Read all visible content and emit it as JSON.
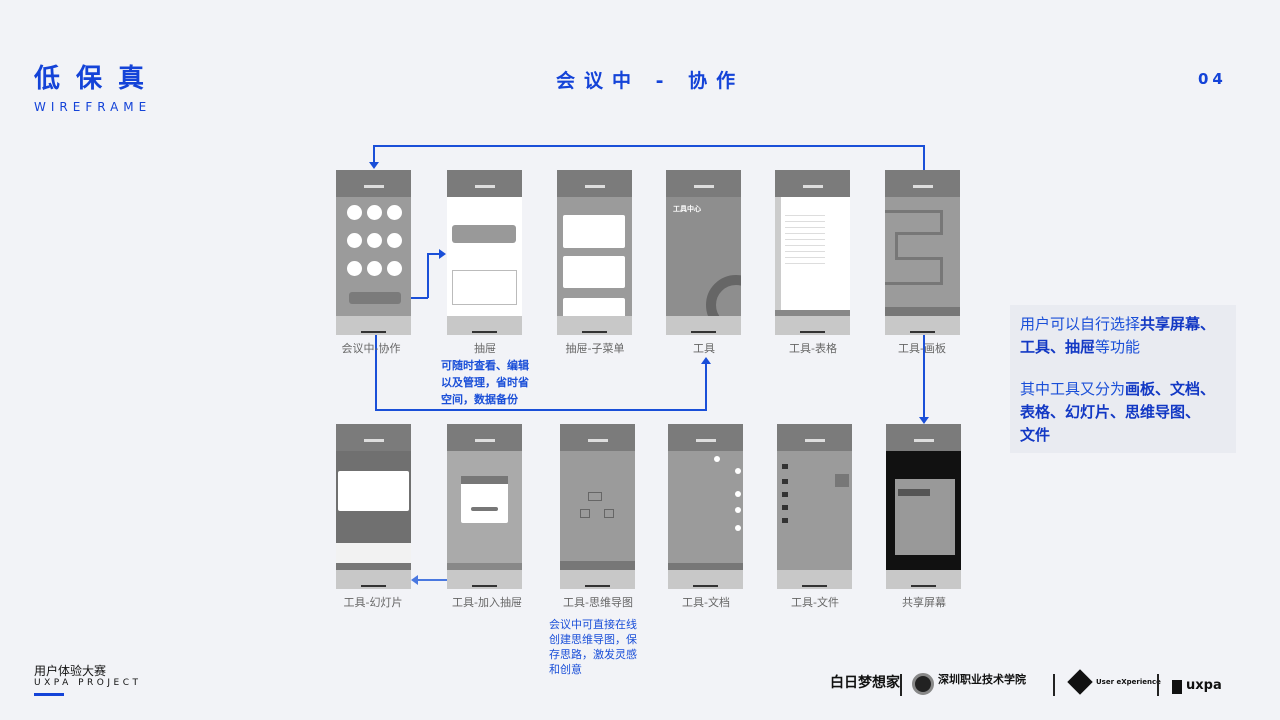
{
  "header": {
    "title": "低保真",
    "subtitle": "WIREFRAME",
    "section": "会议中 - 协作",
    "page_number": "04"
  },
  "screens_top": [
    {
      "label": "会议中-协作"
    },
    {
      "label": "抽屉"
    },
    {
      "label": "抽屉-子菜单"
    },
    {
      "label": "工具",
      "inner_title": "工具中心"
    },
    {
      "label": "工具-表格"
    },
    {
      "label": "工具-画板"
    }
  ],
  "screens_bottom": [
    {
      "label": "工具-幻灯片"
    },
    {
      "label": "工具-加入抽屉"
    },
    {
      "label": "工具-思维导图"
    },
    {
      "label": "工具-文档"
    },
    {
      "label": "工具-文件"
    },
    {
      "label": "共享屏幕"
    }
  ],
  "notes": {
    "drawer": [
      "可随时查看、编辑",
      "以及管理，省时省",
      "空间，数据备份"
    ],
    "mindmap": [
      "会议中可直接在线",
      "创建思维导图，保",
      "存思路，激发灵感",
      "和创意"
    ]
  },
  "sidebar_note": {
    "p1_a": "用户可以自行选择",
    "p1_b": "共享屏幕、",
    "p1_c": "工具、抽屉",
    "p1_d": "等功能",
    "p2_a": "其中工具又分为",
    "p2_b": "画板、文档、",
    "p2_c": "表格、幻灯片、思维导图、",
    "p2_d": "文件"
  },
  "footer": {
    "title": "用户体验大赛",
    "subtitle": "UXPA PROJECT",
    "logos": [
      "白日梦想家",
      "深圳职业技术学院",
      "User eXperience",
      "uxpa"
    ]
  },
  "colors": {
    "accent": "#1443d8",
    "background": "#f2f3f7"
  }
}
